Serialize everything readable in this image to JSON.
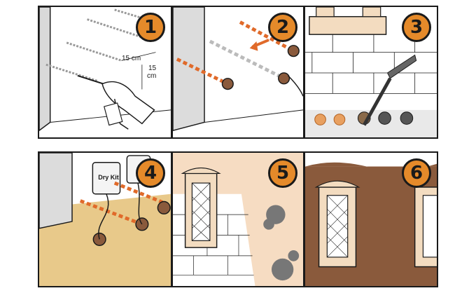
{
  "panels": [
    {
      "number": "1",
      "dim_horizontal": "15 cm",
      "dim_vertical_1": "15",
      "dim_vertical_2": "cm"
    },
    {
      "number": "2"
    },
    {
      "number": "3"
    },
    {
      "number": "4",
      "can_label": "Dry Kit"
    },
    {
      "number": "5"
    },
    {
      "number": "6"
    }
  ],
  "colors": {
    "badge": "#e58a2a",
    "outline": "#1a1a1a",
    "sand": "#e8c98a",
    "brown": "#8a5a3c",
    "plaster": "#f6dcc2",
    "tube_orange": "#e06a2a"
  }
}
